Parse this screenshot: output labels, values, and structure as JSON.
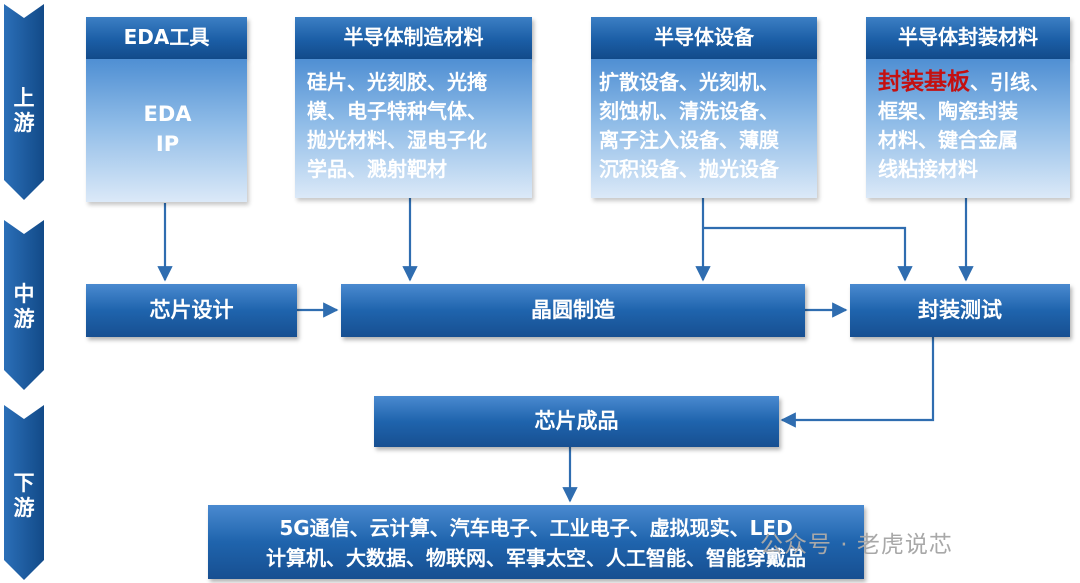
{
  "stages": [
    {
      "id": "upstream",
      "chars": [
        "上",
        "游"
      ]
    },
    {
      "id": "midstream",
      "chars": [
        "中",
        "游"
      ]
    },
    {
      "id": "downstream",
      "chars": [
        "下",
        "游"
      ]
    }
  ],
  "upstream": {
    "eda": {
      "title": "EDA工具",
      "lines": [
        "EDA",
        "IP"
      ]
    },
    "materials": {
      "title": "半导体制造材料",
      "lines": [
        "硅片、光刻胶、光掩",
        "模、电子特种气体、",
        "抛光材料、湿电子化",
        "学品、溅射靶材"
      ]
    },
    "equipment": {
      "title": "半导体设备",
      "lines": [
        "扩散设备、光刻机、",
        "刻蚀机、清洗设备、",
        "离子注入设备、薄膜",
        "沉积设备、抛光设备"
      ]
    },
    "packaging": {
      "title": "半导体封装材料",
      "highlight": "封装基板",
      "line1_rest": "、引线、",
      "lines": [
        "框架、陶瓷封装",
        "材料、键合金属",
        "线粘接材料"
      ]
    }
  },
  "midstream": {
    "design": "芯片设计",
    "fab": "晶圆制造",
    "test": "封装测试"
  },
  "product": "芯片成品",
  "downstream": {
    "lines": [
      "5G通信、云计算、汽车电子、工业电子、虚拟现实、LED",
      "计算机、大数据、物联网、军事太空、人工智能、智能穿戴品"
    ]
  },
  "watermark": "公众号 · 老虎说芯",
  "colors": {
    "bar": "#1f64ad",
    "chevron": "#1b5ea6",
    "arrow": "#2f6db0",
    "highlight": "#c41010"
  }
}
